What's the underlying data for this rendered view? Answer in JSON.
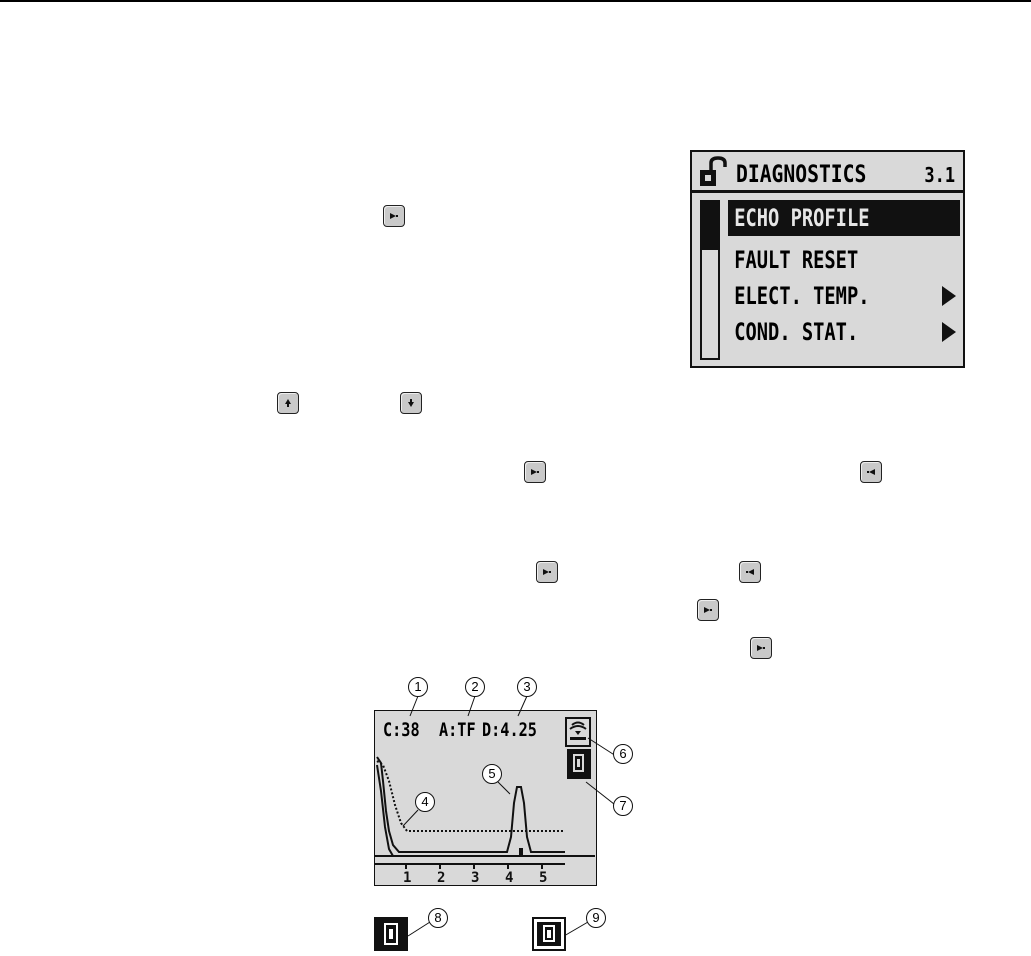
{
  "diagnostics_menu": {
    "title": "DIAGNOSTICS",
    "number": "3.1",
    "items": [
      {
        "label": "ECHO PROFILE",
        "selected": true,
        "has_arrow": false
      },
      {
        "label": "FAULT RESET",
        "selected": false,
        "has_arrow": false
      },
      {
        "label": "ELECT. TEMP.",
        "selected": false,
        "has_arrow": true
      },
      {
        "label": "COND. STAT.",
        "selected": false,
        "has_arrow": true
      }
    ],
    "lock_icon": "unlocked-padlock-icon"
  },
  "keys": [
    {
      "name": "right-arrow-key",
      "icon": "right-arrow-icon"
    },
    {
      "name": "up-arrow-key",
      "icon": "up-arrow-icon"
    },
    {
      "name": "down-arrow-key",
      "icon": "down-arrow-icon"
    },
    {
      "name": "right-arrow-key",
      "icon": "right-arrow-icon"
    },
    {
      "name": "left-arrow-key",
      "icon": "left-arrow-icon"
    },
    {
      "name": "right-arrow-key",
      "icon": "right-arrow-icon"
    },
    {
      "name": "left-arrow-key",
      "icon": "left-arrow-icon"
    },
    {
      "name": "right-arrow-key",
      "icon": "right-arrow-icon"
    },
    {
      "name": "right-arrow-key",
      "icon": "right-arrow-icon"
    }
  ],
  "echo_profile": {
    "confidence": "C:38",
    "algorithm": "A:TF",
    "distance": "D:4.25",
    "x_ticks": [
      "1",
      "2",
      "3",
      "4",
      "5"
    ],
    "callouts": [
      "1",
      "2",
      "3",
      "4",
      "5",
      "6",
      "7",
      "8",
      "9"
    ]
  },
  "colors": {
    "lcd_background": "#d9d9d9",
    "key_background": "#c9c9c9",
    "ink": "#111111"
  }
}
